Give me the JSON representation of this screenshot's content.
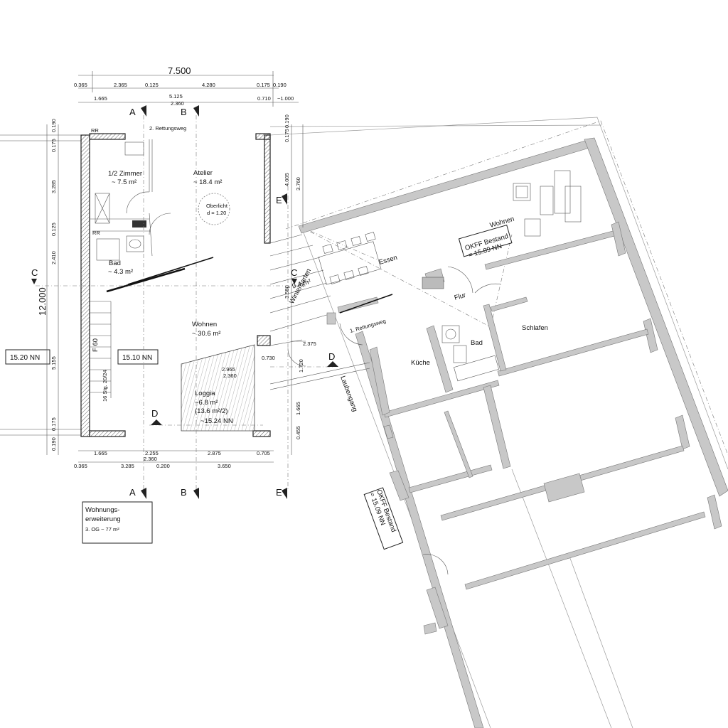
{
  "dimensions": {
    "total_width": "7.500",
    "top_row1": [
      "0.365",
      "2.365",
      "0.125",
      "4.280",
      "0.175",
      "0.190"
    ],
    "top_row2": [
      "1.665",
      "5.125",
      "0.710",
      "~1.000"
    ],
    "top_sub": "2.360",
    "left_col": [
      "0.190",
      "0.175",
      "3.285",
      "0.125",
      "2.410",
      "5.155",
      "0.175",
      "0.190"
    ],
    "left_total": "12.000",
    "right_col": [
      "0.175",
      "0.190",
      "4.005",
      "3.760",
      "3.580",
      "1.720",
      "1.665",
      "0.455"
    ],
    "bottom_row1": [
      "1.665",
      "2.255",
      "2.875",
      "0.705"
    ],
    "bottom_sub": "2.360",
    "bottom_row2": [
      "0.365",
      "3.285",
      "0.200",
      "3.650"
    ],
    "loggia_dims": [
      "2.965",
      "2.360",
      "0.730"
    ],
    "wintergarten_dim": "2.375"
  },
  "sections": {
    "A": "A",
    "B": "B",
    "C": "C",
    "D": "D",
    "E": "E"
  },
  "rooms": {
    "half_room": {
      "name": "1/2 Zimmer",
      "area": "~ 7.5 m²"
    },
    "atelier": {
      "name": "Atelier",
      "area": "~ 18.4 m²"
    },
    "oberlicht": {
      "name": "Oberlicht",
      "detail": "d = 1.20"
    },
    "bad_left": {
      "name": "Bad",
      "area": "~ 4.3 m²"
    },
    "wohnen_left": {
      "name": "Wohnen",
      "area": "~ 30.6 m²"
    },
    "loggia": {
      "name": "Loggia",
      "area": "~6.8 m²",
      "area2": "(13.6 m²/2)",
      "level": "~15.24 NN"
    },
    "wintergarten": {
      "name": "Wintergarten",
      "area": "~ 9.4 m²"
    },
    "essen": "Essen",
    "wohnen_right": "Wohnen",
    "flur": "Flur",
    "schlafen": "Schlafen",
    "kueche": "Küche",
    "bad_right": "Bad",
    "laubengang": "Laubengang"
  },
  "labels": {
    "rettungsweg2": "2. Rettungsweg",
    "rettungsweg1": "1. Rettungsweg",
    "rr1": "RR",
    "rr2": "RR",
    "f60": "F 60",
    "stair": "16 Stg. 20/24",
    "level_left": "15.20 NN",
    "level_inner": "15.10 NN",
    "okff_top": "OKFF Bestand",
    "okff_top_val": "= 15.09 NN",
    "okff_bottom": "OKFF Bestand",
    "okff_bottom_val": "= 15.09 NN"
  },
  "info_box": {
    "line1": "Wohnungs-",
    "line2": "erweiterung",
    "line3": "3. OG ~ 77 m²"
  }
}
